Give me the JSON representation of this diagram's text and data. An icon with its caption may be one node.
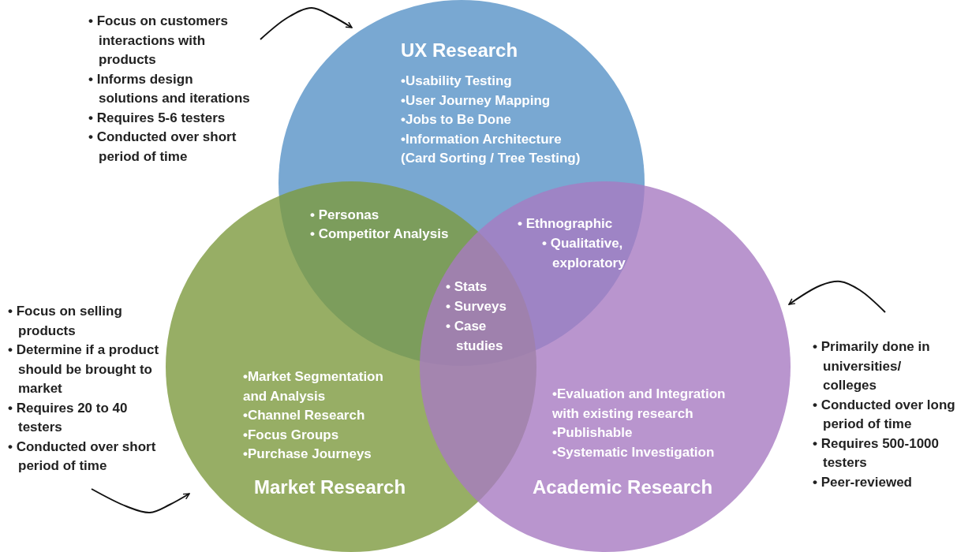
{
  "diagram": {
    "nodes": [
      {
        "text": [
          "UX Research",
          "•Usability Testing",
          "•User Journey Mapping",
          "•Jobs to Be Done",
          "•Information Architecture (Card Sorting / Tree Testing)"
        ]
      },
      {
        "text": [
          "•Market Segmentation and Analysis",
          "•Channel Research",
          "•Focus Groups",
          "•Purchase Journeys",
          "Market Research"
        ]
      },
      {
        "text": [
          "•Evaluation and Integration with existing research",
          "•Publishable",
          "•Systematic Investigation",
          "Academic Research"
        ]
      },
      {
        "text": [
          "• Focus on customers interactions with products",
          "• Informs design solutions and iterations",
          "• Requires 5-6 testers",
          "• Conducted over short period of time"
        ]
      },
      {
        "text": [
          "• Focus on selling products",
          "• Determine if a product should be brought to market",
          "• Requires 20 to 40 testers",
          "• Conducted over short period of time"
        ]
      },
      {
        "text": [
          "• Primarily done in universities/ colleges",
          "• Conducted over long period of time",
          "• Requires 500-1000 testers",
          "• Peer-reviewed"
        ]
      }
    ],
    "edges": [
      {
        "from": 3,
        "to": 0,
        "arrow": "to"
      },
      {
        "from": 4,
        "to": 1,
        "arrow": "to"
      },
      {
        "from": 5,
        "to": 2,
        "arrow": "to"
      }
    ],
    "labels": [
      "• Personas",
      "• Competitor Analysis",
      "• Ethnographic",
      "• Qualitative, exploratory",
      "• Stats",
      "• Surveys",
      "• Case studies"
    ]
  }
}
